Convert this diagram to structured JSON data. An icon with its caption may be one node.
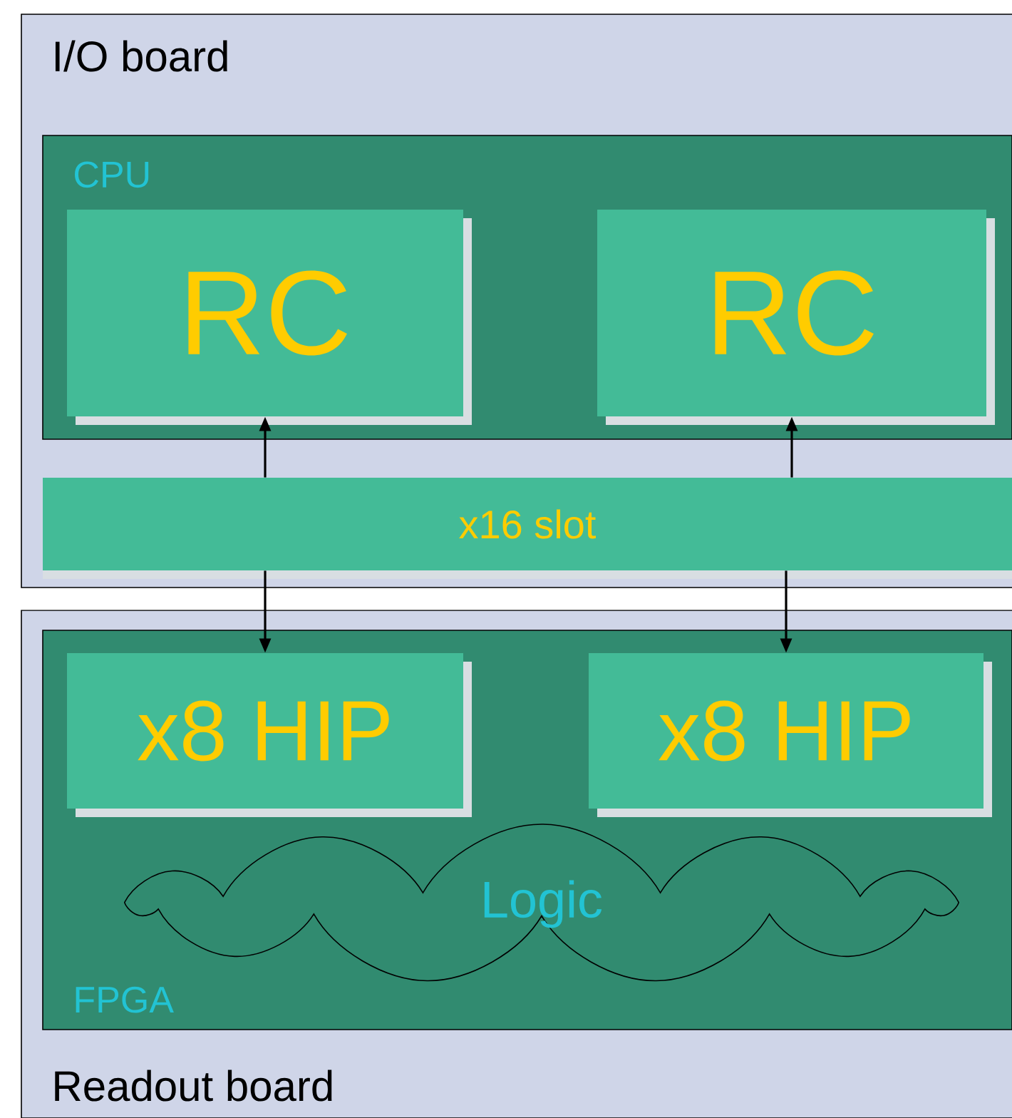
{
  "diagram": {
    "nodes": [
      {
        "text": [
          "I/O board"
        ]
      },
      {
        "text": [
          "CPU"
        ],
        "in": 0
      },
      {
        "text": [
          "RC"
        ],
        "in": 1
      },
      {
        "text": [
          "RC"
        ],
        "in": 1
      },
      {
        "text": [
          "x16 slot"
        ],
        "in": 0
      },
      {
        "text": [
          "Readout board"
        ]
      },
      {
        "text": [
          "FPGA"
        ],
        "in": 5
      },
      {
        "text": [
          "x8 HIP"
        ],
        "in": 6
      },
      {
        "text": [
          "x8 HIP"
        ],
        "in": 6
      },
      {
        "text": [
          "Logic"
        ],
        "in": 6
      }
    ],
    "edges": [
      {
        "from": 4,
        "to": 2,
        "arrow": "to"
      },
      {
        "from": 4,
        "to": 3,
        "arrow": "to"
      },
      {
        "from": 4,
        "to": 7,
        "arrow": "to"
      },
      {
        "from": 4,
        "to": 8,
        "arrow": "to"
      }
    ]
  }
}
